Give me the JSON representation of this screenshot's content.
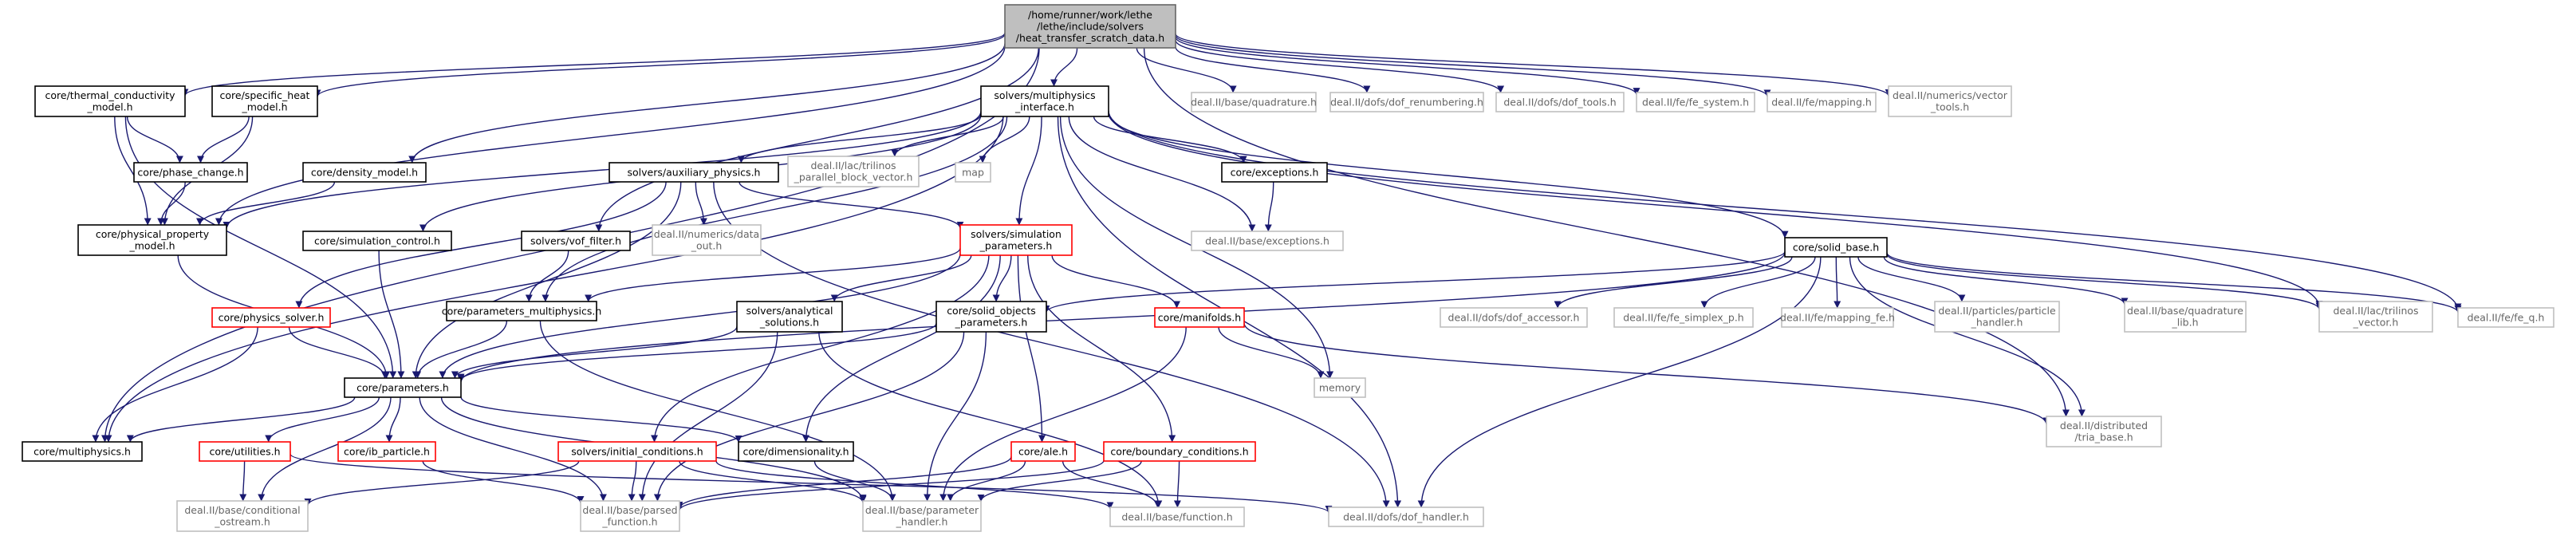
{
  "graph": {
    "title": "/home/runner/work/lethe/lethe/include/solvers/heat_transfer_scratch_data.h",
    "colors": {
      "edge": "#191970",
      "root_fill": "#bfbfbf",
      "documented_border": "#000000",
      "undocumented_border": "#bfbfbf",
      "undocumented_text": "#666666",
      "incomplete_border": "#ff0000"
    },
    "nodes": [
      {
        "id": "root",
        "kind": "root",
        "lines": [
          "/home/runner/work/lethe",
          "/lethe/include/solvers",
          "/heat_transfer_scratch_data.h"
        ]
      },
      {
        "id": "thermal_conductivity",
        "kind": "doc",
        "lines": [
          "core/thermal_conductivity",
          "_model.h"
        ]
      },
      {
        "id": "specific_heat",
        "kind": "doc",
        "lines": [
          "core/specific_heat",
          "_model.h"
        ]
      },
      {
        "id": "density_model",
        "kind": "doc",
        "lines": [
          "core/density_model.h"
        ]
      },
      {
        "id": "multiphysics_interface",
        "kind": "doc",
        "lines": [
          "solvers/multiphysics",
          "_interface.h"
        ]
      },
      {
        "id": "dealii_quadrature",
        "kind": "ext",
        "lines": [
          "deal.II/base/quadrature.h"
        ]
      },
      {
        "id": "dealii_dof_renumbering",
        "kind": "ext",
        "lines": [
          "deal.II/dofs/dof_renumbering.h"
        ]
      },
      {
        "id": "dealii_dof_tools",
        "kind": "ext",
        "lines": [
          "deal.II/dofs/dof_tools.h"
        ]
      },
      {
        "id": "dealii_fe_system",
        "kind": "ext",
        "lines": [
          "deal.II/fe/fe_system.h"
        ]
      },
      {
        "id": "dealii_mapping",
        "kind": "ext",
        "lines": [
          "deal.II/fe/mapping.h"
        ]
      },
      {
        "id": "dealii_numerics_vector_tools",
        "kind": "ext",
        "lines": [
          "deal.II/numerics/vector",
          "_tools.h"
        ]
      },
      {
        "id": "phase_change",
        "kind": "doc",
        "lines": [
          "core/phase_change.h"
        ]
      },
      {
        "id": "physical_property_model",
        "kind": "doc",
        "lines": [
          "core/physical_property",
          "_model.h"
        ]
      },
      {
        "id": "auxiliary_physics",
        "kind": "doc",
        "lines": [
          "solvers/auxiliary_physics.h"
        ]
      },
      {
        "id": "trilinos_parallel_block_vector",
        "kind": "ext",
        "lines": [
          "deal.II/lac/trilinos",
          "_parallel_block_vector.h"
        ]
      },
      {
        "id": "map",
        "kind": "ext",
        "lines": [
          "map"
        ]
      },
      {
        "id": "exceptions",
        "kind": "doc",
        "lines": [
          "core/exceptions.h"
        ]
      },
      {
        "id": "dealii_exceptions",
        "kind": "ext",
        "lines": [
          "deal.II/base/exceptions.h"
        ]
      },
      {
        "id": "simulation_control",
        "kind": "doc",
        "lines": [
          "core/simulation_control.h"
        ]
      },
      {
        "id": "vof_filter",
        "kind": "doc",
        "lines": [
          "solvers/vof_filter.h"
        ]
      },
      {
        "id": "numerics_data_out",
        "kind": "ext",
        "lines": [
          "deal.II/numerics/data",
          "_out.h"
        ]
      },
      {
        "id": "simulation_parameters",
        "kind": "inc",
        "lines": [
          "solvers/simulation",
          "_parameters.h"
        ]
      },
      {
        "id": "solid_base",
        "kind": "doc",
        "lines": [
          "core/solid_base.h"
        ]
      },
      {
        "id": "physics_solver",
        "kind": "inc",
        "lines": [
          "core/physics_solver.h"
        ]
      },
      {
        "id": "parameters_multiphysics",
        "kind": "doc",
        "lines": [
          "core/parameters_multiphysics.h"
        ]
      },
      {
        "id": "analytical_solutions",
        "kind": "doc",
        "lines": [
          "solvers/analytical",
          "_solutions.h"
        ]
      },
      {
        "id": "solid_objects_parameters",
        "kind": "doc",
        "lines": [
          "core/solid_objects",
          "_parameters.h"
        ]
      },
      {
        "id": "manifolds",
        "kind": "inc",
        "lines": [
          "core/manifolds.h"
        ]
      },
      {
        "id": "dof_accessor",
        "kind": "ext",
        "lines": [
          "deal.II/dofs/dof_accessor.h"
        ]
      },
      {
        "id": "fe_simplex_p",
        "kind": "ext",
        "lines": [
          "deal.II/fe/fe_simplex_p.h"
        ]
      },
      {
        "id": "mapping_fe",
        "kind": "ext",
        "lines": [
          "deal.II/fe/mapping_fe.h"
        ]
      },
      {
        "id": "particle_handler",
        "kind": "ext",
        "lines": [
          "deal.II/particles/particle",
          "_handler.h"
        ]
      },
      {
        "id": "quadrature_lib",
        "kind": "ext",
        "lines": [
          "deal.II/base/quadrature",
          "_lib.h"
        ]
      },
      {
        "id": "trilinos_vector",
        "kind": "ext",
        "lines": [
          "deal.II/lac/trilinos",
          "_vector.h"
        ]
      },
      {
        "id": "fe_q",
        "kind": "ext",
        "lines": [
          "deal.II/fe/fe_q.h"
        ]
      },
      {
        "id": "parameters",
        "kind": "doc",
        "lines": [
          "core/parameters.h"
        ]
      },
      {
        "id": "memory",
        "kind": "ext",
        "lines": [
          "memory"
        ]
      },
      {
        "id": "tria_base",
        "kind": "ext",
        "lines": [
          "deal.II/distributed",
          "/tria_base.h"
        ]
      },
      {
        "id": "multiphysics",
        "kind": "doc",
        "lines": [
          "core/multiphysics.h"
        ]
      },
      {
        "id": "utilities",
        "kind": "inc",
        "lines": [
          "core/utilities.h"
        ]
      },
      {
        "id": "ib_particle",
        "kind": "inc",
        "lines": [
          "core/ib_particle.h"
        ]
      },
      {
        "id": "dimensionality",
        "kind": "doc",
        "lines": [
          "core/dimensionality.h"
        ]
      },
      {
        "id": "initial_conditions",
        "kind": "inc",
        "lines": [
          "solvers/initial_conditions.h"
        ]
      },
      {
        "id": "ale",
        "kind": "inc",
        "lines": [
          "core/ale.h"
        ]
      },
      {
        "id": "boundary_conditions",
        "kind": "inc",
        "lines": [
          "core/boundary_conditions.h"
        ]
      },
      {
        "id": "conditional_ostream",
        "kind": "ext",
        "lines": [
          "deal.II/base/conditional",
          "_ostream.h"
        ]
      },
      {
        "id": "parsed_function",
        "kind": "ext",
        "lines": [
          "deal.II/base/parsed",
          "_function.h"
        ]
      },
      {
        "id": "parameter_handler",
        "kind": "ext",
        "lines": [
          "deal.II/base/parameter",
          "_handler.h"
        ]
      },
      {
        "id": "function",
        "kind": "ext",
        "lines": [
          "deal.II/base/function.h"
        ]
      },
      {
        "id": "dof_handler",
        "kind": "ext",
        "lines": [
          "deal.II/dofs/dof_handler.h"
        ]
      }
    ],
    "edges": [
      [
        "root",
        "thermal_conductivity"
      ],
      [
        "root",
        "specific_heat"
      ],
      [
        "root",
        "density_model"
      ],
      [
        "root",
        "multiphysics_interface"
      ],
      [
        "root",
        "dealii_quadrature"
      ],
      [
        "root",
        "dealii_dof_renumbering"
      ],
      [
        "root",
        "dealii_dof_tools"
      ],
      [
        "root",
        "dealii_fe_system"
      ],
      [
        "root",
        "dealii_mapping"
      ],
      [
        "root",
        "dealii_numerics_vector_tools"
      ],
      [
        "root",
        "multiphysics"
      ],
      [
        "root",
        "vof_filter"
      ],
      [
        "root",
        "tria_base"
      ],
      [
        "root",
        "physical_property_model"
      ],
      [
        "thermal_conductivity",
        "phase_change"
      ],
      [
        "thermal_conductivity",
        "physical_property_model"
      ],
      [
        "thermal_conductivity",
        "parameters"
      ],
      [
        "specific_heat",
        "phase_change"
      ],
      [
        "specific_heat",
        "physical_property_model"
      ],
      [
        "density_model",
        "physical_property_model"
      ],
      [
        "phase_change",
        "physical_property_model"
      ],
      [
        "physical_property_model",
        "parameters"
      ],
      [
        "multiphysics_interface",
        "auxiliary_physics"
      ],
      [
        "multiphysics_interface",
        "trilinos_parallel_block_vector"
      ],
      [
        "multiphysics_interface",
        "map"
      ],
      [
        "multiphysics_interface",
        "exceptions"
      ],
      [
        "multiphysics_interface",
        "dealii_exceptions"
      ],
      [
        "multiphysics_interface",
        "simulation_control"
      ],
      [
        "multiphysics_interface",
        "simulation_parameters"
      ],
      [
        "multiphysics_interface",
        "solid_base"
      ],
      [
        "multiphysics_interface",
        "memory"
      ],
      [
        "multiphysics_interface",
        "parameters_multiphysics"
      ],
      [
        "multiphysics_interface",
        "multiphysics"
      ],
      [
        "multiphysics_interface",
        "trilinos_vector"
      ],
      [
        "multiphysics_interface",
        "fe_q"
      ],
      [
        "multiphysics_interface",
        "dof_handler"
      ],
      [
        "multiphysics_interface",
        "physical_property_model"
      ],
      [
        "exceptions",
        "dealii_exceptions"
      ],
      [
        "auxiliary_physics",
        "numerics_data_out"
      ],
      [
        "auxiliary_physics",
        "simulation_parameters"
      ],
      [
        "auxiliary_physics",
        "physics_solver"
      ],
      [
        "auxiliary_physics",
        "parameters"
      ],
      [
        "auxiliary_physics",
        "dof_handler"
      ],
      [
        "simulation_control",
        "parameters"
      ],
      [
        "vof_filter",
        "parameters_multiphysics"
      ],
      [
        "simulation_parameters",
        "parameters_multiphysics"
      ],
      [
        "simulation_parameters",
        "analytical_solutions"
      ],
      [
        "simulation_parameters",
        "solid_objects_parameters"
      ],
      [
        "simulation_parameters",
        "manifolds"
      ],
      [
        "simulation_parameters",
        "parameters"
      ],
      [
        "simulation_parameters",
        "initial_conditions"
      ],
      [
        "simulation_parameters",
        "ale"
      ],
      [
        "simulation_parameters",
        "boundary_conditions"
      ],
      [
        "simulation_parameters",
        "dimensionality"
      ],
      [
        "solid_base",
        "dof_accessor"
      ],
      [
        "solid_base",
        "fe_simplex_p"
      ],
      [
        "solid_base",
        "mapping_fe"
      ],
      [
        "solid_base",
        "particle_handler"
      ],
      [
        "solid_base",
        "quadrature_lib"
      ],
      [
        "solid_base",
        "trilinos_vector"
      ],
      [
        "solid_base",
        "fe_q"
      ],
      [
        "solid_base",
        "tria_base"
      ],
      [
        "solid_base",
        "solid_objects_parameters"
      ],
      [
        "solid_base",
        "parameters"
      ],
      [
        "solid_base",
        "dof_handler"
      ],
      [
        "physics_solver",
        "parameters"
      ],
      [
        "physics_solver",
        "multiphysics"
      ],
      [
        "parameters_multiphysics",
        "parameters"
      ],
      [
        "parameters_multiphysics",
        "parameter_handler"
      ],
      [
        "analytical_solutions",
        "parameters"
      ],
      [
        "analytical_solutions",
        "parsed_function"
      ],
      [
        "analytical_solutions",
        "function"
      ],
      [
        "solid_objects_parameters",
        "parameters"
      ],
      [
        "solid_objects_parameters",
        "parsed_function"
      ],
      [
        "solid_objects_parameters",
        "parameter_handler"
      ],
      [
        "manifolds",
        "memory"
      ],
      [
        "manifolds",
        "tria_base"
      ],
      [
        "manifolds",
        "parameter_handler"
      ],
      [
        "parameters",
        "multiphysics"
      ],
      [
        "parameters",
        "utilities"
      ],
      [
        "parameters",
        "ib_particle"
      ],
      [
        "parameters",
        "dimensionality"
      ],
      [
        "parameters",
        "conditional_ostream"
      ],
      [
        "parameters",
        "parsed_function"
      ],
      [
        "parameters",
        "parameter_handler"
      ],
      [
        "utilities",
        "conditional_ostream"
      ],
      [
        "utilities",
        "dof_handler"
      ],
      [
        "ib_particle",
        "parsed_function"
      ],
      [
        "dimensionality",
        "parameter_handler"
      ],
      [
        "initial_conditions",
        "conditional_ostream"
      ],
      [
        "initial_conditions",
        "parsed_function"
      ],
      [
        "initial_conditions",
        "parameter_handler"
      ],
      [
        "initial_conditions",
        "function"
      ],
      [
        "ale",
        "parsed_function"
      ],
      [
        "ale",
        "parameter_handler"
      ],
      [
        "ale",
        "function"
      ],
      [
        "boundary_conditions",
        "parsed_function"
      ],
      [
        "boundary_conditions",
        "parameter_handler"
      ],
      [
        "boundary_conditions",
        "function"
      ]
    ]
  }
}
